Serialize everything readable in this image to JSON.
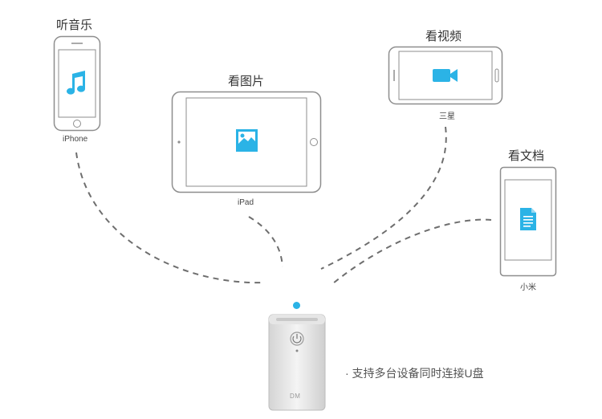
{
  "devices": {
    "iphone": {
      "title": "听音乐",
      "caption": "iPhone",
      "icon": "music-note-icon"
    },
    "ipad": {
      "title": "看图片",
      "caption": "iPad",
      "icon": "image-icon"
    },
    "samsung": {
      "title": "看视频",
      "caption": "三星",
      "icon": "video-camera-icon"
    },
    "xiaomi": {
      "title": "看文档",
      "caption": "小米",
      "icon": "document-icon"
    }
  },
  "usb_drive": {
    "brand": "DM",
    "feature_text": "· 支持多台设备同时连接U盘"
  },
  "colors": {
    "accent": "#2bb3e6",
    "device_stroke": "#8e8e8e",
    "dash": "#6e6e6e"
  }
}
